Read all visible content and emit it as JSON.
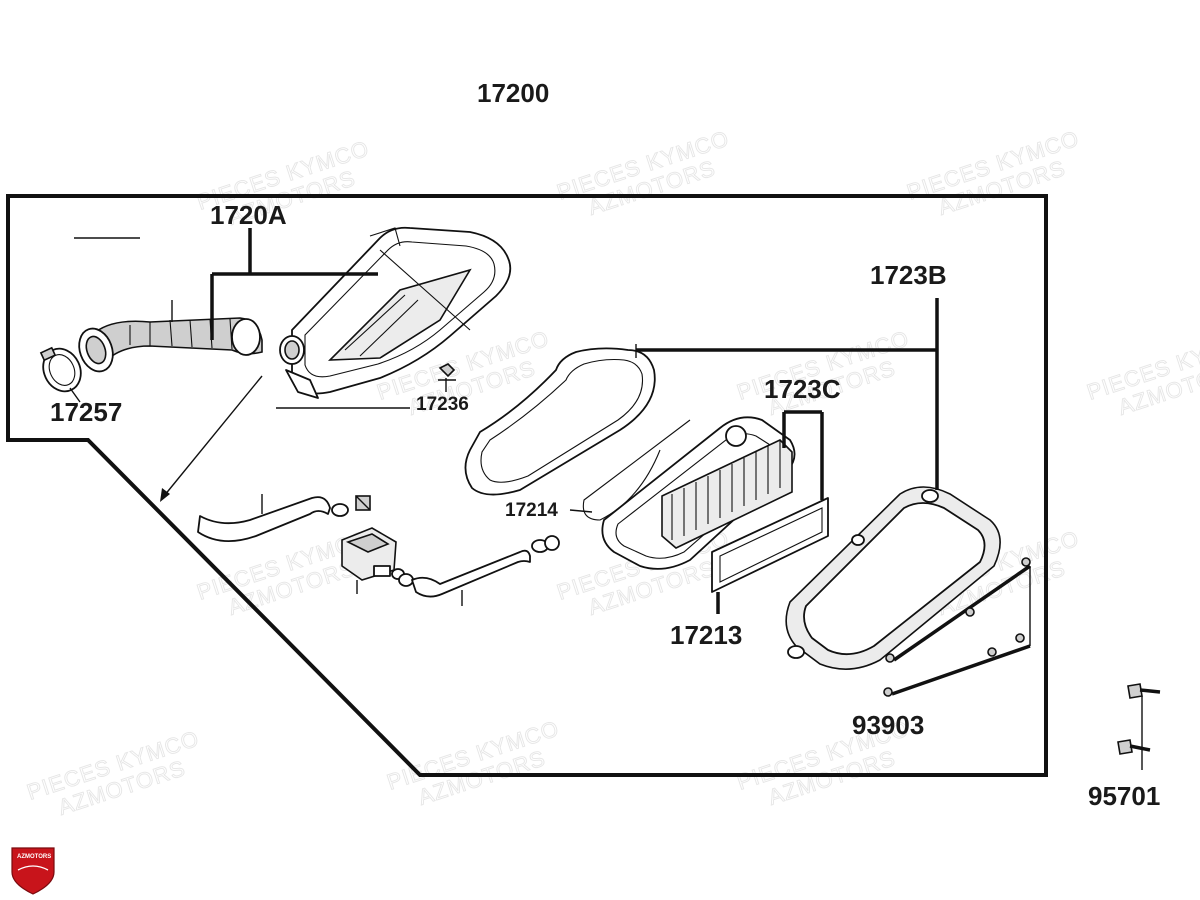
{
  "diagram": {
    "assembly_label": "17200",
    "parts": {
      "duct_cover": "1720A",
      "clamp": "17257",
      "screw_small": "17236",
      "case_cover_assy": "1723B",
      "element_assy": "1723C",
      "gasket": "17214",
      "filter_element": "17213",
      "cover_screw": "93903",
      "bolt": "95701"
    },
    "watermark": {
      "line1": "PIECES KYMCO",
      "line2": "AZMOTORS"
    },
    "logo": {
      "text": "AZMOTORS",
      "color": "#c8141b"
    }
  }
}
